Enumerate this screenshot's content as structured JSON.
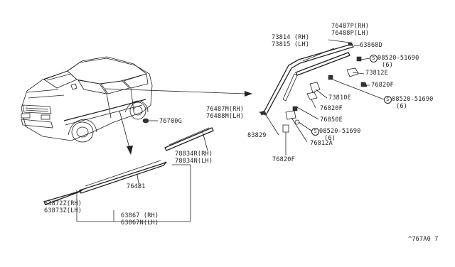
{
  "labels": {
    "p73814_rh": "73814 (RH)",
    "p73815_lh": "73815 (LH)",
    "p76487p_rh": "76487P(RH)",
    "p76488p_lh": "76488P(LH)",
    "p63868d": "63868D",
    "p08520_top": "08520-51690",
    "p08520_top_qty": "(6)",
    "p73812e": "73812E",
    "p76820f_a": "76820F",
    "p73810e": "73810E",
    "p08520_mid": "08520-51690",
    "p08520_mid_qty": "(6)",
    "p76487m_rh": "76487M(RH)",
    "p76488m_lh": "76488M(LH)",
    "p76820f_b": "76820F",
    "p76850e": "76850E",
    "p83829": "83829",
    "p08520_low": "08520-51690",
    "p08520_low_qty": "(6)",
    "p76812a": "76812A",
    "p76820f_c": "76820F",
    "p76700g": "76700G",
    "p78834r_rh": "78834R(RH)",
    "p78834n_lh": "78834N(LH)",
    "p76481": "76481",
    "p63872z_rh": "63872Z(RH)",
    "p63873z_lh": "63873Z(LH)",
    "p63867_rh": "63867 (RH)",
    "p63867n_lh": "63867N(LH)",
    "screw_symbol": "S",
    "diagram_code": "^767A0 7"
  }
}
